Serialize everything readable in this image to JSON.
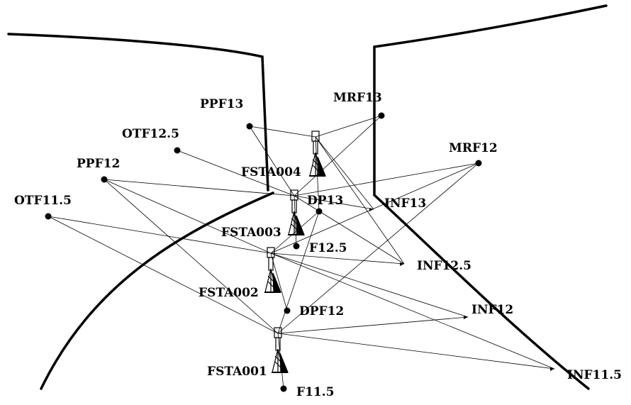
{
  "points": [
    {
      "id": "PPF13",
      "label": "PPF13"
    },
    {
      "id": "OTF12.5",
      "label": "OTF12.5"
    },
    {
      "id": "PPF12",
      "label": "PPF12"
    },
    {
      "id": "OTF11.5",
      "label": "OTF11.5"
    },
    {
      "id": "MRF13",
      "label": "MRF13"
    },
    {
      "id": "MRF12",
      "label": "MRF12"
    },
    {
      "id": "DP13",
      "label": "DP13"
    },
    {
      "id": "F12.5",
      "label": "F12.5"
    },
    {
      "id": "DPF12",
      "label": "DPF12"
    },
    {
      "id": "F11.5",
      "label": "F11.5"
    },
    {
      "id": "INF13",
      "label": "INF13"
    },
    {
      "id": "INF12.5",
      "label": "INF12.5"
    },
    {
      "id": "INF12",
      "label": "INF12"
    },
    {
      "id": "INF11.5",
      "label": "INF11.5"
    }
  ],
  "stations": [
    {
      "id": "FSTA004",
      "label": "FSTA004"
    },
    {
      "id": "FSTA003",
      "label": "FSTA003"
    },
    {
      "id": "FSTA002",
      "label": "FSTA002"
    },
    {
      "id": "FSTA001",
      "label": "FSTA001"
    }
  ],
  "sight_lines": [
    [
      "FSTA004",
      "PPF13"
    ],
    [
      "FSTA004",
      "MRF13"
    ],
    [
      "FSTA004",
      "INF13"
    ],
    [
      "FSTA004",
      "INF12.5"
    ],
    [
      "FSTA004",
      "DP13"
    ],
    [
      "FSTA003",
      "PPF13"
    ],
    [
      "FSTA003",
      "MRF13"
    ],
    [
      "FSTA003",
      "OTF12.5"
    ],
    [
      "FSTA003",
      "PPF12"
    ],
    [
      "FSTA003",
      "MRF12"
    ],
    [
      "FSTA003",
      "INF13"
    ],
    [
      "FSTA003",
      "INF12.5"
    ],
    [
      "FSTA003",
      "F12.5"
    ],
    [
      "FSTA002",
      "OTF11.5"
    ],
    [
      "FSTA002",
      "PPF12"
    ],
    [
      "FSTA002",
      "MRF12"
    ],
    [
      "FSTA002",
      "INF12.5"
    ],
    [
      "FSTA002",
      "INF12"
    ],
    [
      "FSTA002",
      "INF11.5"
    ],
    [
      "FSTA002",
      "DP13"
    ],
    [
      "FSTA002",
      "DPF12"
    ],
    [
      "FSTA001",
      "OTF11.5"
    ],
    [
      "FSTA001",
      "PPF12"
    ],
    [
      "FSTA001",
      "INF12"
    ],
    [
      "FSTA001",
      "INF11.5"
    ],
    [
      "FSTA001",
      "DP13"
    ],
    [
      "FSTA001",
      "MRF12"
    ],
    [
      "FSTA001",
      "F11.5"
    ]
  ]
}
